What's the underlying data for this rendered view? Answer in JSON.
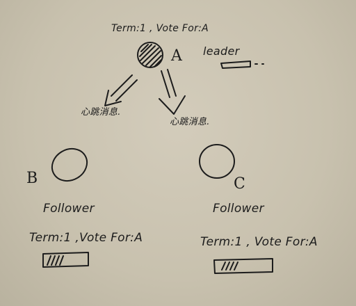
{
  "nodes": {
    "a": {
      "letter": "A",
      "role": "leader",
      "term_label": "Term:1 , Vote For:A"
    },
    "b": {
      "letter": "B",
      "role": "Follower",
      "term_label": "Term:1 ,Vote For:A"
    },
    "c": {
      "letter": "C",
      "role": "Follower",
      "term_label": "Term:1 , Vote For:A"
    }
  },
  "heartbeats": {
    "left": "心跳消息.",
    "right": "心跳消息."
  },
  "colors": {
    "paper": "#cbc4b3",
    "ink": "#1c1c1c"
  },
  "icons": {
    "leader_node": "hatched-circle",
    "follower_node": "empty-circle",
    "arrow": "hollow-arrow",
    "progress": "hatched-bar"
  }
}
